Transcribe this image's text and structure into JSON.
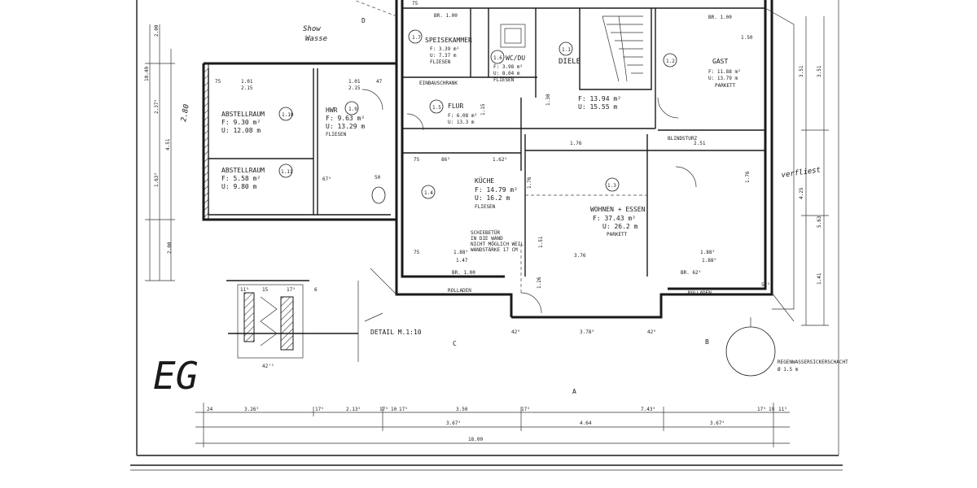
{
  "rooms": [
    {
      "id": "r1",
      "no": "1.7",
      "name": "SPEISEKAMMER",
      "area": "F: 3.39 m²",
      "perim": "U: 7.37 m",
      "floor": "FLIESEN"
    },
    {
      "id": "r2",
      "no": "1.6",
      "name": "WC/DU",
      "area": "F: 3.98 m²",
      "perim": "U: 8.04 m",
      "floor": "FLIESEN"
    },
    {
      "id": "r3",
      "no": "1.1",
      "name": "DIELE",
      "area": "F: 13.94 m²",
      "perim": "U: 15.55 m",
      "floor": ""
    },
    {
      "id": "r4",
      "no": "1.2",
      "name": "GAST",
      "area": "F: 11.88 m²",
      "perim": "U: 13.79 m",
      "floor": "PARKETT"
    },
    {
      "id": "r5",
      "no": "1.10",
      "name": "ABSTELLRAUM",
      "area": "F: 9.30 m²",
      "perim": "U: 12.08 m",
      "floor": ""
    },
    {
      "id": "r6",
      "no": "1.9",
      "name": "HWR",
      "area": "F: 9.63 m²",
      "perim": "U: 13.29 m",
      "floor": "FLIESEN"
    },
    {
      "id": "r7",
      "no": "1.5",
      "name": "FLUR",
      "area": "F: 6.08 m²",
      "perim": "U: 13.3 m",
      "floor": ""
    },
    {
      "id": "r8",
      "no": "1.11",
      "name": "ABSTELLRAUM",
      "area": "F: 5.58 m²",
      "perim": "U: 9.80 m",
      "floor": ""
    },
    {
      "id": "r9",
      "no": "1.4",
      "name": "KÜCHE",
      "area": "F: 14.79 m²",
      "perim": "U: 16.2 m",
      "floor": "FLIESEN"
    },
    {
      "id": "r10",
      "no": "1.3",
      "name": "WOHNEN + ESSEN",
      "area": "F: 37.43 m²",
      "perim": "U: 26.2 m",
      "floor": "PARKETT"
    }
  ],
  "notes": {
    "einbauschrank": "EINBAUSCHRANK",
    "schiebetuer_1": "SCHIEBETÜR",
    "schiebetuer_2": "IN DIE WAND",
    "schiebetuer_3": "NICHT MÖGLICH WEIL",
    "schiebetuer_4": "WANDSTÄRKE 17 CM",
    "blindsturz": "BLINDSTURZ",
    "rollladen_1": "ROLLADEN",
    "rollladen_2": "ROLLADEN",
    "detail": "DETAIL M.1:10",
    "regen_1": "REGENWASSERSICKERSCHACHT",
    "regen_2": "Ø 1.5 m",
    "section_c": "C",
    "section_b": "B",
    "section_a": "A",
    "section_d": "D",
    "br_top1": "BR. 1.00",
    "br_top2": "BR. 1.00",
    "br_low1": "BR. 1.00",
    "br_low2": "BR. 62⁵"
  },
  "handwritten": {
    "floor_label": "EG",
    "shower_1": "Show",
    "shower_2": "Wasse",
    "height": "2.80",
    "annot_right": "verfliest"
  },
  "dimensions": {
    "bottom_row1": [
      "24",
      "3.26⁵",
      "17⁵",
      "2.13⁵",
      "17⁵",
      "10",
      "17⁵",
      "3.50",
      "17⁵",
      "7.43⁵",
      "17⁵",
      "19",
      "11⁵"
    ],
    "bottom_row2": [
      "3.67⁵",
      "4.64",
      "3.67⁵"
    ],
    "bottom_total": "18.00",
    "right_col": [
      "3.51",
      "3.51",
      "4.25",
      "5.63",
      "1.41"
    ],
    "left_col": [
      "10.49",
      "2.00",
      "2.37⁵",
      "4.51",
      "1.63⁵",
      "2.00"
    ],
    "inner": [
      "1.01",
      "2.15",
      "1.01",
      "2.15",
      "1.88⁵",
      "1.47",
      "1.88⁵",
      "1.88⁵",
      "3.76",
      "1.76",
      "2.51",
      "1.76",
      "1.51",
      "1.26",
      "1.76",
      "3.78⁵",
      "42⁵",
      "42⁵",
      "1.62⁵",
      "86⁵",
      "1.30",
      "75",
      "75",
      "75",
      "75",
      "67⁵",
      "50",
      "1.50",
      "1.15",
      "47",
      "52⁵"
    ],
    "detail_dims": [
      "11⁵",
      "15",
      "17⁵",
      "6",
      "42⁷⁵"
    ]
  }
}
